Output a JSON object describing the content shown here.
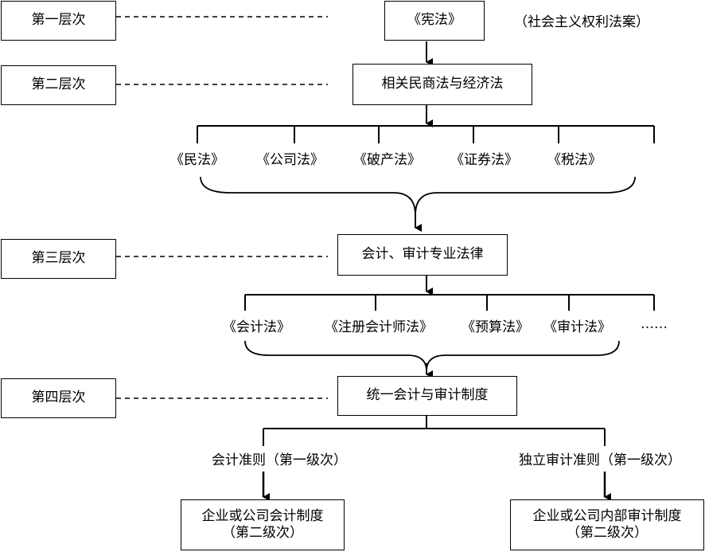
{
  "levels": {
    "l1": "第一层次",
    "l2": "第二层次",
    "l3": "第三层次",
    "l4": "第四层次"
  },
  "nodes": {
    "constitution": "《宪法》",
    "constitution_note": "（社会主义权利法案）",
    "civil_commercial": "相关民商法与经济法",
    "acct_audit_law": "会计、审计专业法律",
    "unified_system": "统一会计与审计制度",
    "company_acct_system_line1": "企业或公司会计制度",
    "company_acct_system_line2": "（第二级次）",
    "internal_audit_system_line1": "企业或公司内部审计制度",
    "internal_audit_system_line2": "（第二级次）"
  },
  "laws_level2": [
    "《民法》",
    "《公司法》",
    "《破产法》",
    "《证券法》",
    "《税法》"
  ],
  "laws_level3": [
    "《会计法》",
    "《注册会计师法》",
    "《预算法》",
    "《审计法》",
    "……"
  ],
  "standards": {
    "accounting": "会计准则（第一级次）",
    "audit": "独立审计准则（第一级次）"
  }
}
